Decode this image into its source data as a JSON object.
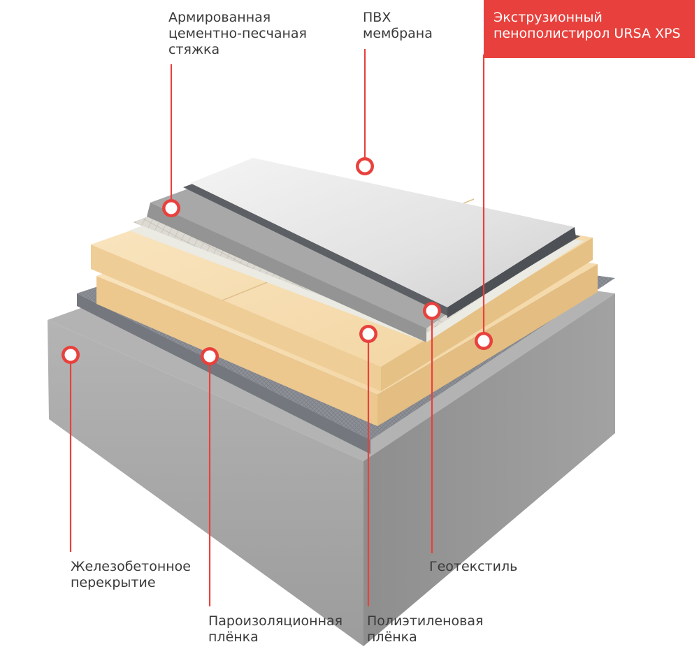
{
  "labels": {
    "screed": [
      "Армированная",
      "цементно-песчаная",
      "стяжка"
    ],
    "pvc": [
      "ПВХ",
      "мембрана"
    ],
    "xps": [
      "Экструзионный",
      "пенополистирол URSA XPS"
    ],
    "slab": [
      "Железобетонное",
      "перекрытие"
    ],
    "geotextile": [
      "Геотекстиль"
    ],
    "vapor": [
      "Пароизоляционная",
      "плёнка"
    ],
    "polyethylene": [
      "Полиэтиленовая",
      "плёнка"
    ]
  },
  "colors": {
    "accent": "#e8413d",
    "concrete": "#a9a9a9",
    "foam": "#f5d9a8",
    "membrane": "#e6e6e6",
    "film": "#8a8d94",
    "text": "#3a3a3a"
  }
}
